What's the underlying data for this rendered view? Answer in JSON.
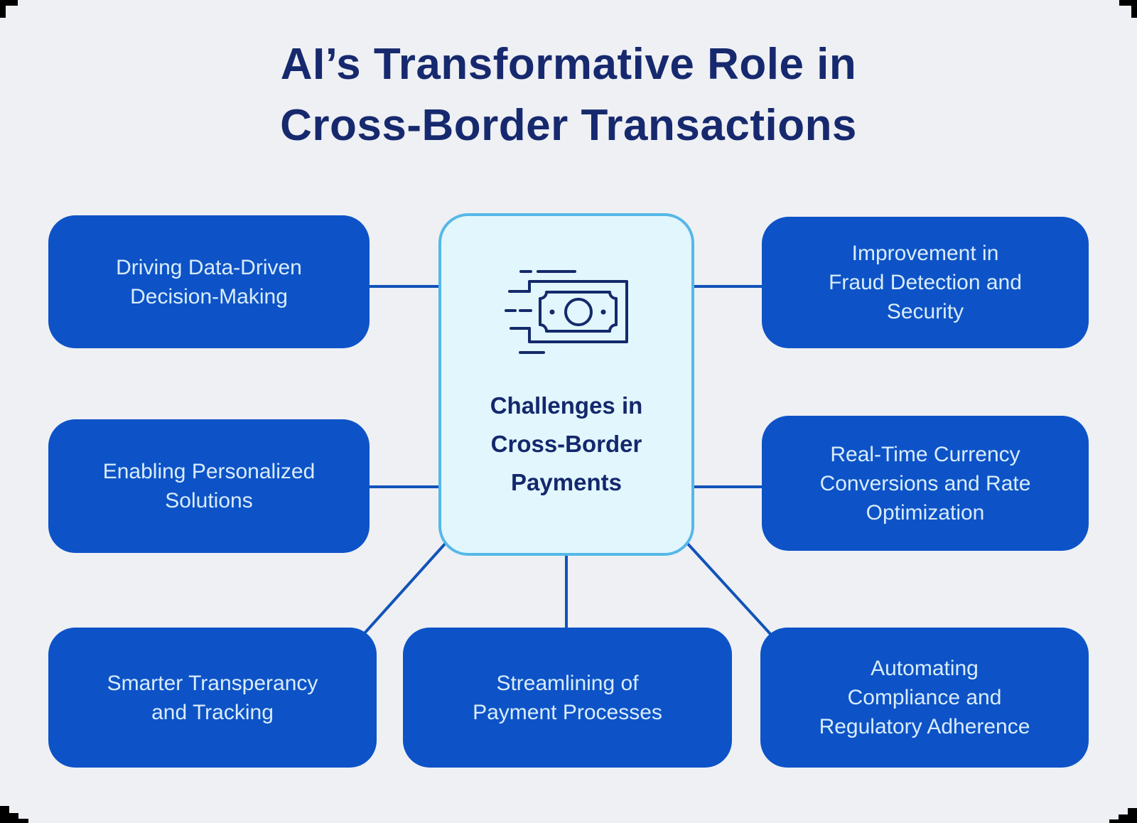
{
  "title": "AI’s Transformative Role in\nCross-Border Transactions",
  "center_node": {
    "label": "Challenges in\nCross-Border\nPayments",
    "icon": "money-transfer-icon"
  },
  "nodes": {
    "left_top": {
      "label": "Driving Data-Driven\nDecision-Making"
    },
    "left_middle": {
      "label": "Enabling Personalized\nSolutions"
    },
    "left_bottom": {
      "label": "Smarter Transperancy\nand Tracking"
    },
    "bottom_middle": {
      "label": "Streamlining of\nPayment Processes"
    },
    "right_top": {
      "label": "Improvement in\nFraud Detection and\nSecurity"
    },
    "right_middle": {
      "label": "Real-Time Currency\nConversions and Rate\nOptimization"
    },
    "right_bottom": {
      "label": "Automating\nCompliance and\nRegulatory Adherence"
    }
  },
  "colors": {
    "background": "#eef0f4",
    "node_fill": "#0d53c7",
    "node_text": "#d9ecfa",
    "center_fill": "#e2f6fd",
    "center_border": "#55b8e7",
    "title_text": "#17296e",
    "connector": "#1253b8",
    "icon": "#142a6b",
    "corner_mark": "#000000"
  }
}
